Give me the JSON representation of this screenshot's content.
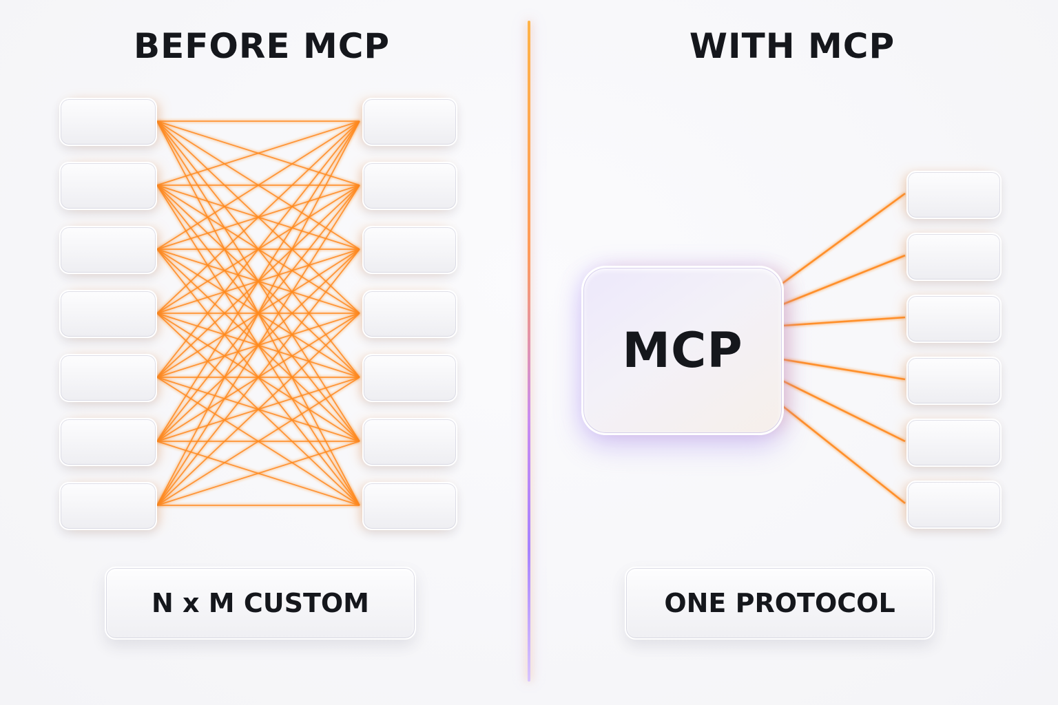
{
  "left_panel": {
    "heading": "BEFORE MCP",
    "caption": "N x M CUSTOM",
    "left_node_count": 7,
    "right_node_count": 7,
    "connections": "all-to-all"
  },
  "right_panel": {
    "heading": "WITH MCP",
    "hub_label": "MCP",
    "caption": "ONE PROTOCOL",
    "spoke_node_count": 6
  },
  "colors": {
    "wire": "#ff8a1f",
    "heading_text": "#15171c",
    "divider_top": "#ffb347",
    "divider_bottom": "#a782ff",
    "hub_glow": "#a58cff"
  }
}
